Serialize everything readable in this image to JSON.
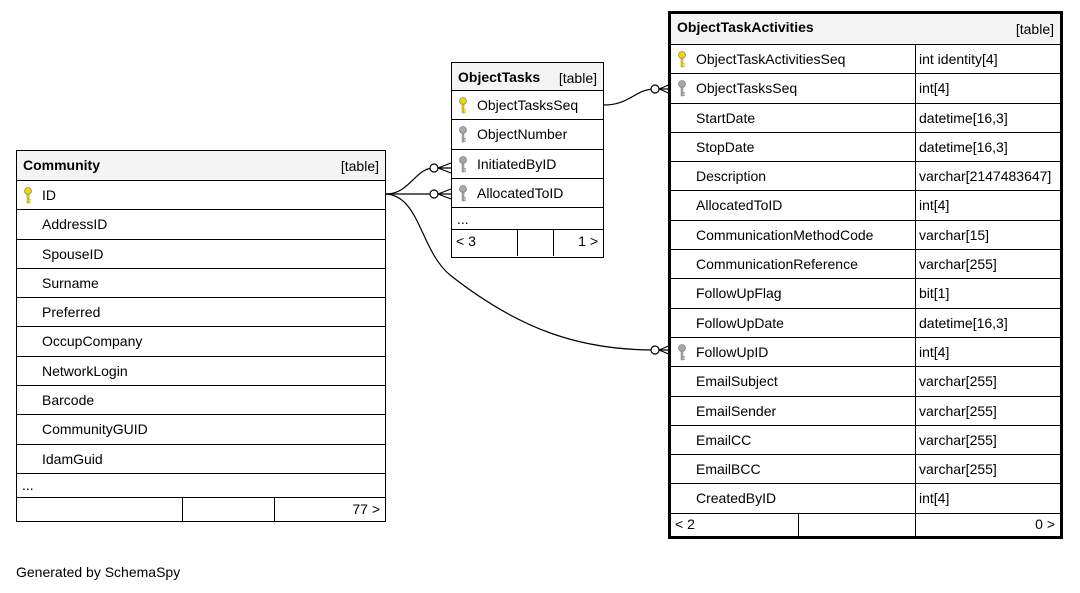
{
  "credit": "Generated by SchemaSpy",
  "community": {
    "name": "Community",
    "type": "[table]",
    "columns": [
      "ID",
      "AddressID",
      "SpouseID",
      "Surname",
      "Preferred",
      "OccupCompany",
      "NetworkLogin",
      "Barcode",
      "CommunityGUID",
      "IdamGuid"
    ],
    "more": "...",
    "children": "77 >"
  },
  "object_tasks": {
    "name": "ObjectTasks",
    "type": "[table]",
    "columns": [
      "ObjectTasksSeq",
      "ObjectNumber",
      "InitiatedByID",
      "AllocatedToID"
    ],
    "more": "...",
    "parents": "< 3",
    "children": "1 >"
  },
  "object_task_activities": {
    "name": "ObjectTaskActivities",
    "type": "[table]",
    "columns": [
      {
        "name": "ObjectTaskActivitiesSeq",
        "type": "int identity[4]"
      },
      {
        "name": "ObjectTasksSeq",
        "type": "int[4]"
      },
      {
        "name": "StartDate",
        "type": "datetime[16,3]"
      },
      {
        "name": "StopDate",
        "type": "datetime[16,3]"
      },
      {
        "name": "Description",
        "type": "varchar[2147483647]"
      },
      {
        "name": "AllocatedToID",
        "type": "int[4]"
      },
      {
        "name": "CommunicationMethodCode",
        "type": "varchar[15]"
      },
      {
        "name": "CommunicationReference",
        "type": "varchar[255]"
      },
      {
        "name": "FollowUpFlag",
        "type": "bit[1]"
      },
      {
        "name": "FollowUpDate",
        "type": "datetime[16,3]"
      },
      {
        "name": "FollowUpID",
        "type": "int[4]"
      },
      {
        "name": "EmailSubject",
        "type": "varchar[255]"
      },
      {
        "name": "EmailSender",
        "type": "varchar[255]"
      },
      {
        "name": "EmailCC",
        "type": "varchar[255]"
      },
      {
        "name": "EmailBCC",
        "type": "varchar[255]"
      },
      {
        "name": "CreatedByID",
        "type": "int[4]"
      }
    ],
    "parents": "< 2",
    "children": "0 >"
  },
  "colors": {
    "primary_key": "#f2d400",
    "foreign_key": "#a8a8a8",
    "header_bg": "#f4f4f4"
  }
}
